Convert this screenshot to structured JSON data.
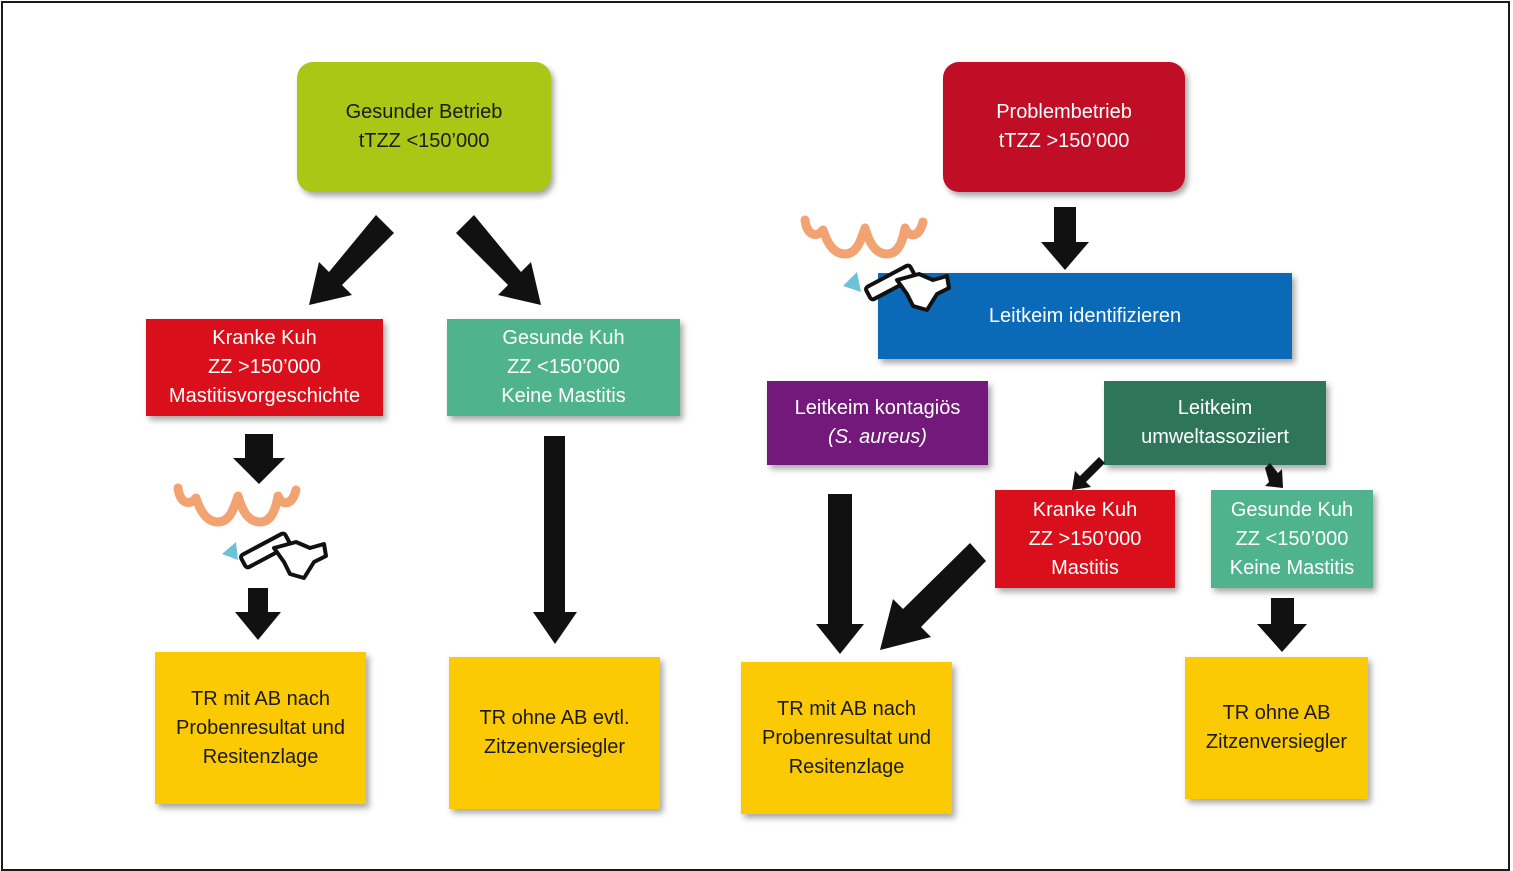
{
  "diagram": {
    "left": {
      "root": {
        "lines": [
          "Gesunder Betrieb",
          "tTZZ <150’000"
        ],
        "color": "#a9c714"
      },
      "sick_cow": {
        "lines": [
          "Kranke Kuh",
          "ZZ >150’000",
          "Mastitisvorgeschichte"
        ],
        "color": "#d9101b"
      },
      "healthy_cow": {
        "lines": [
          "Gesunde Kuh",
          "ZZ <150’000",
          "Keine Mastitis"
        ],
        "color": "#4fb48d"
      },
      "result_ab": {
        "lines": [
          "TR mit AB nach",
          "Probenresultat und",
          "Resitenzlage"
        ],
        "color": "#fbca03"
      },
      "result_no_ab": {
        "lines": [
          "TR ohne AB evtl.",
          "Zitzenversiegler"
        ],
        "color": "#fbca03"
      }
    },
    "right": {
      "root": {
        "lines": [
          "Problembetrieb",
          "tTZZ >150’000"
        ],
        "color": "#c10e27"
      },
      "identify": {
        "lines": [
          "Leitkeim identifizieren"
        ],
        "color": "#0a6ab8"
      },
      "contagious": {
        "lines": [
          "Leitkeim kontagiös",
          "(S. aureus)"
        ],
        "color": "#72197b"
      },
      "environmental": {
        "lines": [
          "Leitkeim",
          "umweltassoziiert"
        ],
        "color": "#2f7559"
      },
      "sick_cow": {
        "lines": [
          "Kranke Kuh",
          "ZZ >150’000",
          "Mastitis"
        ],
        "color": "#d9101b"
      },
      "healthy_cow": {
        "lines": [
          "Gesunde Kuh",
          "ZZ <150’000",
          "Keine Mastitis"
        ],
        "color": "#4fb48d"
      },
      "result_ab": {
        "lines": [
          "TR mit AB nach",
          "Probenresultat und",
          "Resitenzlage"
        ],
        "color": "#fbca03"
      },
      "result_no_ab": {
        "lines": [
          "TR ohne AB",
          "Zitzenversiegler"
        ],
        "color": "#fbca03"
      }
    },
    "icons": [
      "udder-sample-icon",
      "udder-sample-icon"
    ]
  }
}
